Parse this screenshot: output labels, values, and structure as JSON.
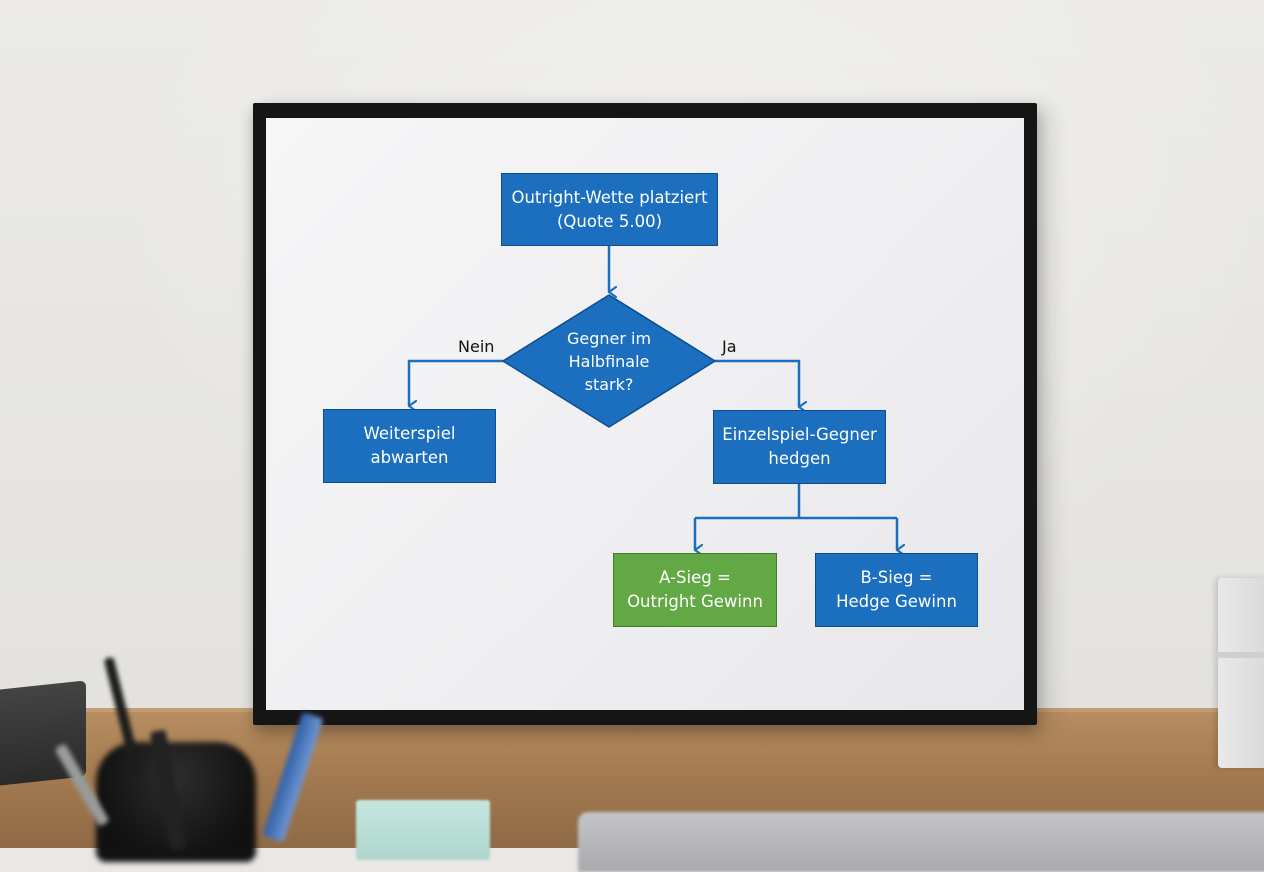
{
  "diagram": {
    "nodes": {
      "start": {
        "text_lines": [
          "Outright-Wette platziert",
          "(Quote 5.00)"
        ]
      },
      "decision": {
        "text_lines": [
          "Gegner im",
          "Halbfinale",
          "stark?"
        ]
      },
      "wait": {
        "text_lines": [
          "Weiterspiel",
          "abwarten"
        ]
      },
      "hedge": {
        "text_lines": [
          "Einzelspiel-Gegner",
          "hedgen"
        ]
      },
      "a_win": {
        "text_lines": [
          "A-Sieg =",
          "Outright Gewinn"
        ]
      },
      "b_win": {
        "text_lines": [
          "B-Sieg =",
          "Hedge Gewinn"
        ]
      }
    },
    "edge_labels": {
      "no": "Nein",
      "yes": "Ja"
    },
    "colors": {
      "node_blue": "#1b6fbe",
      "node_green": "#62a844",
      "connector": "#1b6fbe",
      "frame": "#151515"
    }
  }
}
